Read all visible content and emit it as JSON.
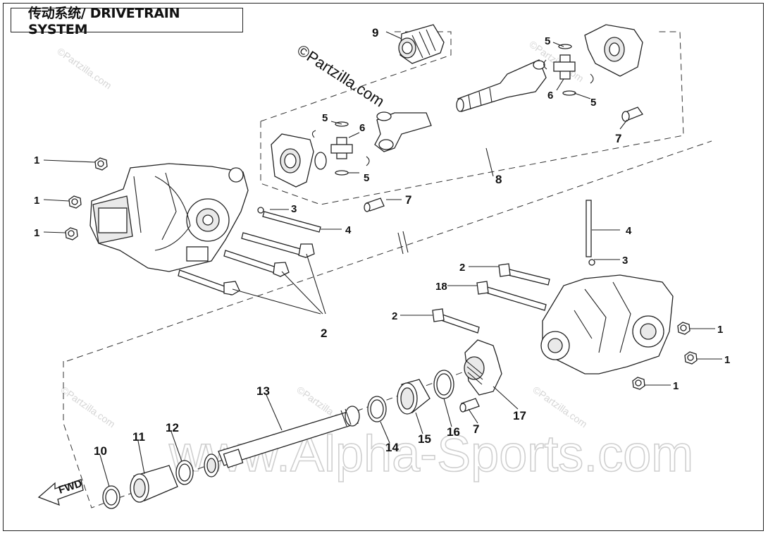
{
  "title": "传动系统/ DRIVETRAIN SYSTEM",
  "watermarks": {
    "main": "www.Alpha-Sports.com",
    "partzilla": "©Partzilla.com"
  },
  "callouts": {
    "c1a": "1",
    "c1b": "1",
    "c1c": "1",
    "c1d": "1",
    "c1e": "1",
    "c1f": "1",
    "c2a": "2",
    "c2b": "2",
    "c2c": "2",
    "c3a": "3",
    "c3b": "3",
    "c4a": "4",
    "c4b": "4",
    "c5a": "5",
    "c5b": "5",
    "c5c": "5",
    "c5d": "5",
    "c6a": "6",
    "c6b": "6",
    "c7a": "7",
    "c7b": "7",
    "c7c": "7",
    "c8": "8",
    "c9": "9",
    "c10": "10",
    "c11": "11",
    "c12": "12",
    "c13": "13",
    "c14": "14",
    "c15": "15",
    "c16": "16",
    "c17": "17",
    "c18": "18"
  },
  "fwd_label": "FWD"
}
